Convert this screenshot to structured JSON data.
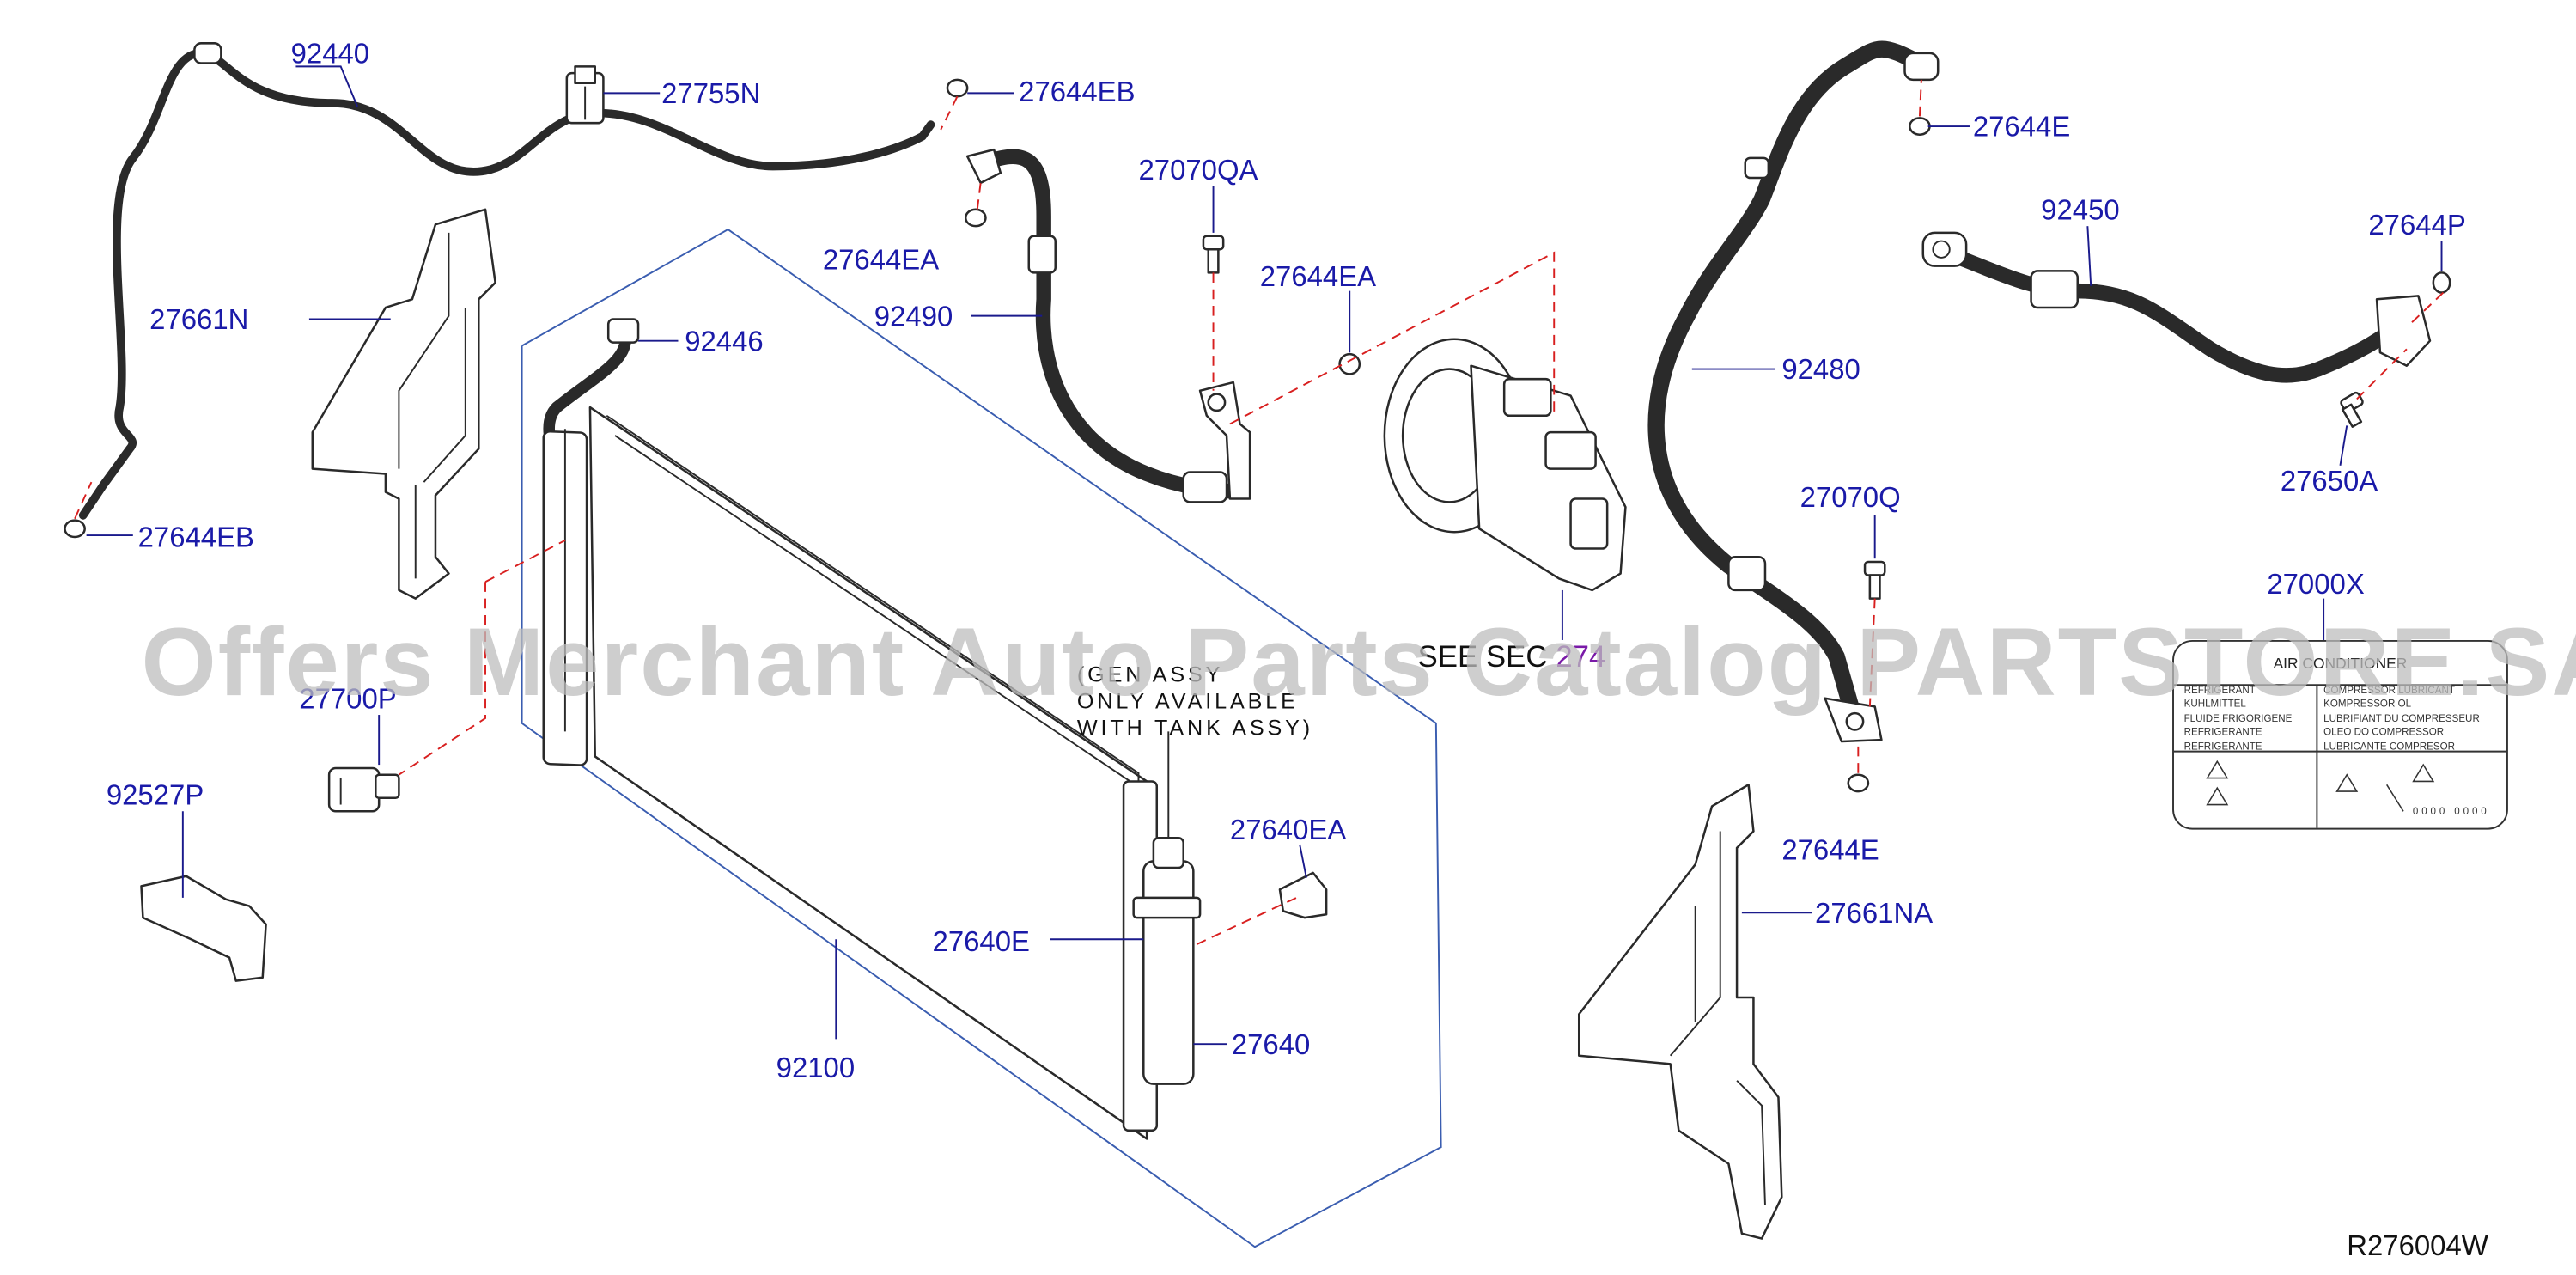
{
  "diagram": {
    "reference_code": "R276004W",
    "watermark": "Offers Merchant Auto Parts Catalog PARTSTORE.SA",
    "labels": [
      {
        "id": "92440",
        "text": "92440"
      },
      {
        "id": "27755N",
        "text": "27755N"
      },
      {
        "id": "27644EB_top",
        "text": "27644EB"
      },
      {
        "id": "27661N",
        "text": "27661N"
      },
      {
        "id": "27644EB_left",
        "text": "27644EB"
      },
      {
        "id": "27644EA_a",
        "text": "27644EA"
      },
      {
        "id": "27070QA",
        "text": "27070QA"
      },
      {
        "id": "92490",
        "text": "92490"
      },
      {
        "id": "27644EA_b",
        "text": "27644EA"
      },
      {
        "id": "92446",
        "text": "92446"
      },
      {
        "id": "27700P",
        "text": "27700P"
      },
      {
        "id": "92527P",
        "text": "92527P"
      },
      {
        "id": "27640EA",
        "text": "27640EA"
      },
      {
        "id": "27640E",
        "text": "27640E"
      },
      {
        "id": "27640",
        "text": "27640"
      },
      {
        "id": "92100",
        "text": "92100"
      },
      {
        "id": "27644E_top",
        "text": "27644E"
      },
      {
        "id": "92450",
        "text": "92450"
      },
      {
        "id": "27644P",
        "text": "27644P"
      },
      {
        "id": "92480",
        "text": "92480"
      },
      {
        "id": "27650A",
        "text": "27650A"
      },
      {
        "id": "27070Q",
        "text": "27070Q"
      },
      {
        "id": "27000X",
        "text": "27000X"
      },
      {
        "id": "27644E_bottom",
        "text": "27644E"
      },
      {
        "id": "27661NA",
        "text": "27661NA"
      }
    ],
    "section_ref": {
      "prefix": "SEE SEC",
      "number": "274"
    },
    "condenser_note": [
      "(GEN ASSY",
      "ONLY AVAILABLE",
      "WITH TANK ASSY)"
    ],
    "ac_label": {
      "header": "AIR CONDITIONER",
      "left_column": [
        "REFRIGERANT",
        "KUHLMITTEL",
        "FLUIDE FRIGORIGENE",
        "REFRIGERANTE",
        "REFRIGERANTE"
      ],
      "right_column": [
        "COMPRESSOR LUBRICANT",
        "KOMPRESSOR OL",
        "LUBRIFIANT DU COMPRESSEUR",
        "OLEO DO COMPRESSOR",
        "LUBRICANTE COMPRESOR"
      ],
      "code": "0000 0000"
    }
  }
}
